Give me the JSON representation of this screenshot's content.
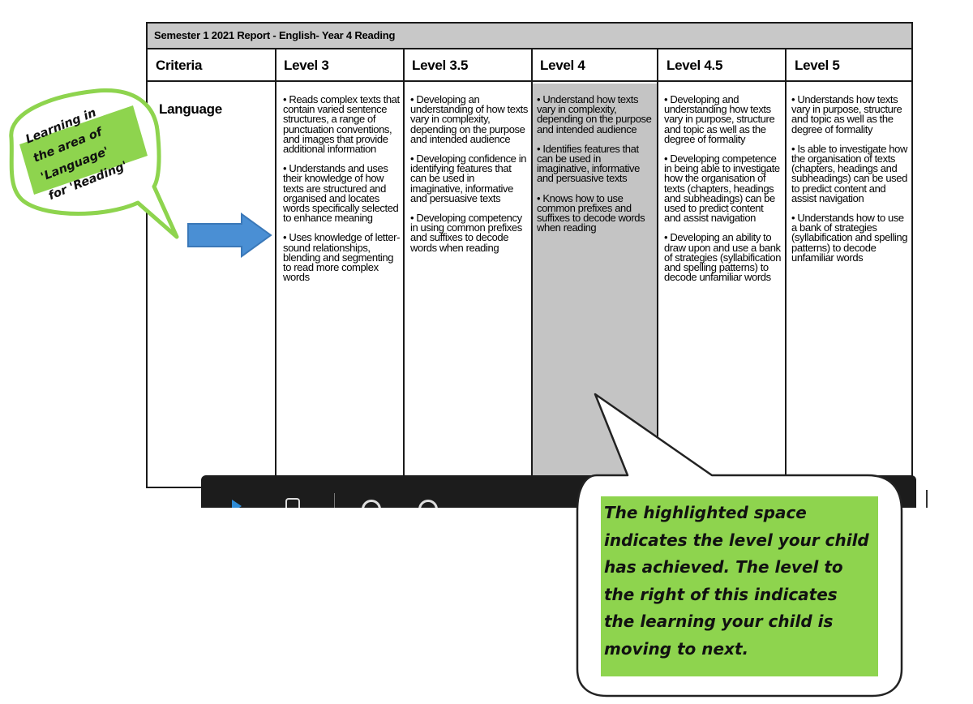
{
  "report": {
    "title": "Semester 1 2021 Report - English- Year 4 Reading",
    "columns": [
      "Criteria",
      "Level 3",
      "Level 3.5",
      "Level 4",
      "Level 4.5",
      "Level 5"
    ],
    "criteria": "Language",
    "highlighted_column": "Level 4",
    "cells": {
      "level_3": [
        "• Reads complex texts that contain varied sentence structures, a range of punctuation conventions, and images that provide additional information",
        "• Understands and uses their knowledge of how texts are structured and organised and locates words specifically selected to enhance meaning",
        "• Uses knowledge of letter-sound relationships, blending and segmenting to read more complex words"
      ],
      "level_3_5": [
        "• Developing an understanding of how texts vary in complexity, depending on the purpose and intended audience",
        "• Developing confidence in identifying features that can be used in imaginative, informative and persuasive texts",
        "• Developing competency in using common prefixes and suffixes to decode words when reading"
      ],
      "level_4": [
        "• Understand how texts vary in complexity, depending on the purpose and intended audience",
        "• Identifies features that can be used in imaginative, informative and persuasive texts",
        "• Knows how to use common prefixes and suffixes to decode words when reading"
      ],
      "level_4_5": [
        "• Developing and understanding how texts vary in purpose, structure and topic as well as the degree of formality",
        "• Developing competence in being able to investigate how the organisation of texts (chapters, headings and subheadings) can be used to predict content and assist navigation",
        "• Developing an ability to draw upon and use a bank of strategies (syllabification and spelling patterns) to decode unfamiliar words"
      ],
      "level_5": [
        "• Understands how texts vary in purpose, structure and topic as well as the degree of formality",
        "• Is able to investigate how the organisation of texts (chapters, headings and subheadings) can be used to predict content and assist navigation",
        "• Understands how to use a bank of strategies (syllabification and spelling patterns) to decode unfamiliar words"
      ]
    }
  },
  "callouts": {
    "left": [
      "Learning in",
      "the area of",
      "'Language'",
      "for 'Reading'"
    ],
    "right": [
      "The highlighted space",
      "indicates the level your child",
      "has achieved. The level to",
      "the right of this indicates",
      "the learning your child is",
      "moving to next."
    ]
  },
  "colors": {
    "callout_green": "#8ed44e",
    "highlight_grey": "#c4c4c4",
    "arrow_blue": "#4a8fd4",
    "toolbar_dark": "#1c1c1c"
  },
  "toolbar": {
    "icons": [
      "play-icon",
      "grid-icon",
      "circle-icon",
      "circle-icon"
    ]
  }
}
